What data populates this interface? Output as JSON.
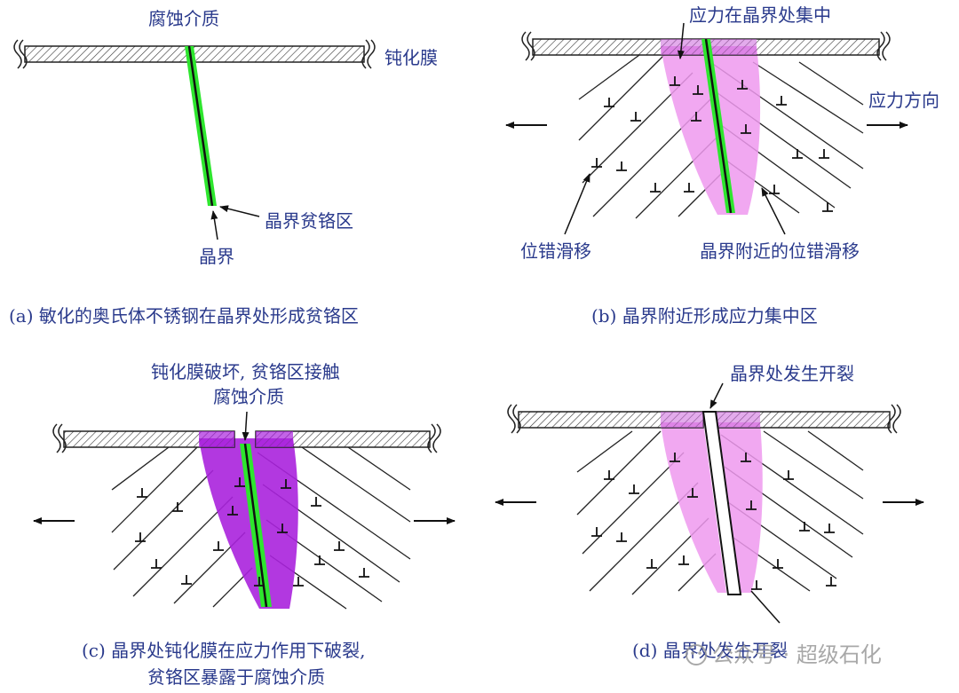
{
  "panel_a": {
    "label_medium": "腐蚀介质",
    "label_film": "钝化膜",
    "label_depleted": "晶界贫铬区",
    "label_boundary": "晶界",
    "caption": "(a) 敏化的奥氏体不锈钢在晶界处形成贫铬区"
  },
  "panel_b": {
    "label_stress_conc": "应力在晶界处集中",
    "label_stress_dir": "应力方向",
    "label_slip": "位错滑移",
    "label_slip_near": "晶界附近的位错滑移",
    "caption": "(b) 晶界附近形成应力集中区"
  },
  "panel_c": {
    "label_line1": "钝化膜破坏, 贫铬区接触",
    "label_line2": "腐蚀介质",
    "caption_line1": "(c) 晶界处钝化膜在应力作用下破裂,",
    "caption_line2": "贫铬区暴露于腐蚀介质"
  },
  "panel_d": {
    "label_crack": "晶界处发生开裂",
    "caption": "(d) 晶界处发生开裂"
  },
  "watermark": {
    "account": "公众号 · 超级石化"
  },
  "colors": {
    "text": "#2a3a8c",
    "green": "#2ee62e",
    "pink": "#ee99ee",
    "purple": "#aa22dd"
  }
}
